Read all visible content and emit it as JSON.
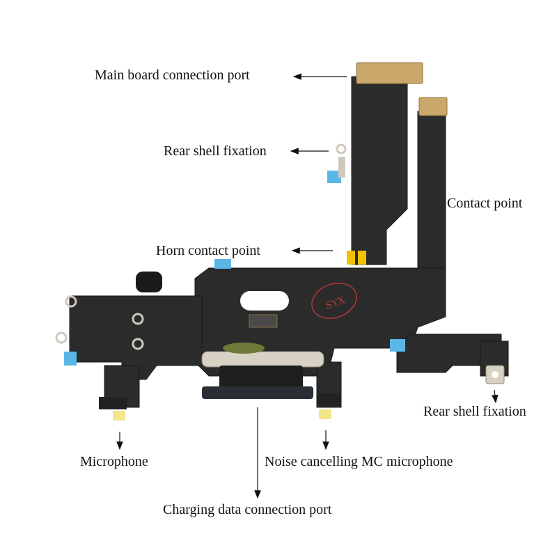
{
  "labels": {
    "main_board_connection_port": "Main board connection port",
    "rear_shell_fixation_top": "Rear shell fixation",
    "contact_point": "Contact point",
    "horn_contact_point": "Horn contact point",
    "rear_shell_fixation_right": "Rear shell fixation",
    "microphone": "Microphone",
    "noise_cancelling_microphone": "Noise cancelling MC microphone",
    "charging_data_connection_port": "Charging data connection port"
  },
  "watermark": "SYX",
  "colors": {
    "flex_cable": "#2b2b2b",
    "connector_gold": "#c9a86a",
    "contact_yellow": "#f2c200",
    "adhesive_blue": "#5ab6e6",
    "bracket_silver": "#cfc9bd",
    "watermark_red": "#b23a3a",
    "arrow": "#111111"
  }
}
